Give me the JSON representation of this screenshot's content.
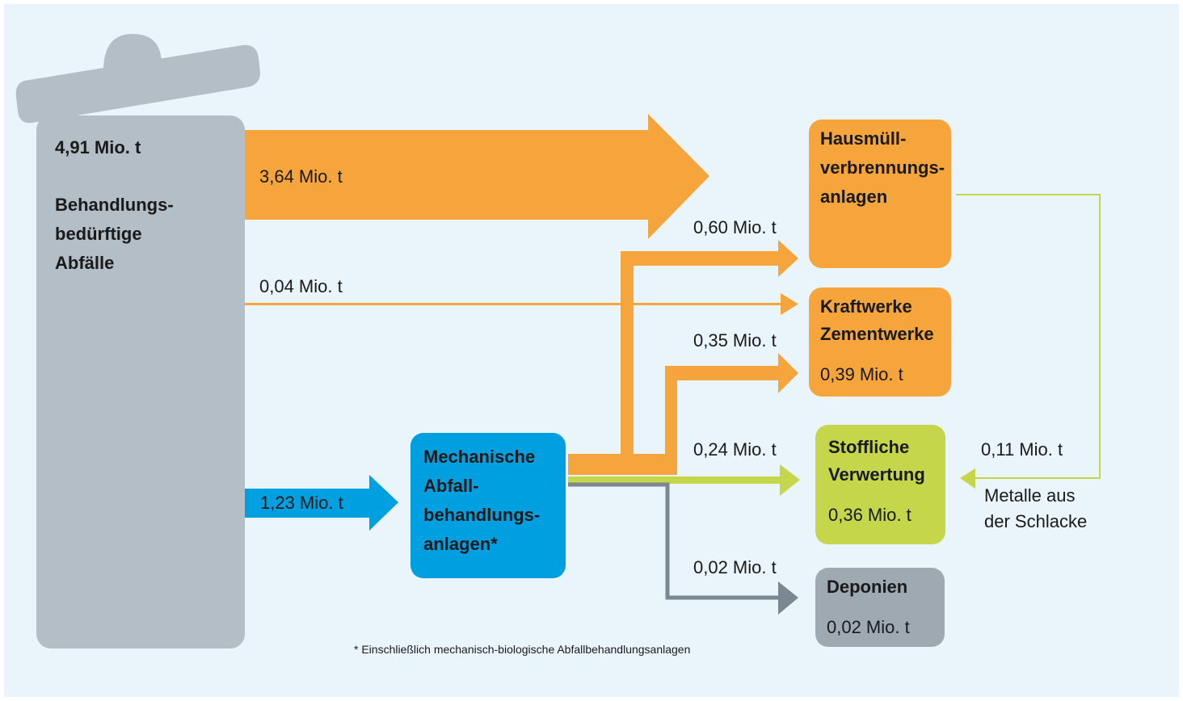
{
  "colors": {
    "orange": "#f5a53b",
    "blue": "#009fdf",
    "green": "#c5d64a",
    "grey": "#7b8791",
    "bin": "#b4bec6",
    "deponie": "#9fa9b1",
    "background": "#e9f4fb"
  },
  "source": {
    "total": "4,91 Mio. t",
    "line1": "Behandlungs-",
    "line2": "bedürftige",
    "line3": "Abfälle"
  },
  "flows": {
    "to_hmva": "3,64 Mio. t",
    "to_kraftwerke": "0,04 Mio. t",
    "to_mba": "1,23 Mio. t",
    "mba_to_hmva": "0,60 Mio. t",
    "mba_to_kraftwerke": "0,35 Mio. t",
    "mba_to_stofflich": "0,24 Mio. t",
    "mba_to_deponien": "0,02 Mio. t",
    "hmva_to_stofflich": "0,11 Mio. t",
    "hmva_to_stofflich_note1": "Metalle aus",
    "hmva_to_stofflich_note2": "der Schlacke"
  },
  "mba": {
    "line1": "Mechanische",
    "line2": "Abfall-",
    "line3": "behandlungs-",
    "line4": "anlagen*"
  },
  "hmva": {
    "line1": "Hausmüll-",
    "line2": "verbrennungs-",
    "line3": "anlagen"
  },
  "kraftwerke": {
    "line1": "Kraftwerke",
    "line2": "Zementwerke",
    "amount": "0,39 Mio. t"
  },
  "stofflich": {
    "line1": "Stoffliche",
    "line2": "Verwertung",
    "amount": "0,36 Mio. t"
  },
  "deponien": {
    "line1": "Deponien",
    "amount": "0,02 Mio. t"
  },
  "footnote": "*  Einschließlich mechanisch-biologische Abfallbehandlungsanlagen"
}
